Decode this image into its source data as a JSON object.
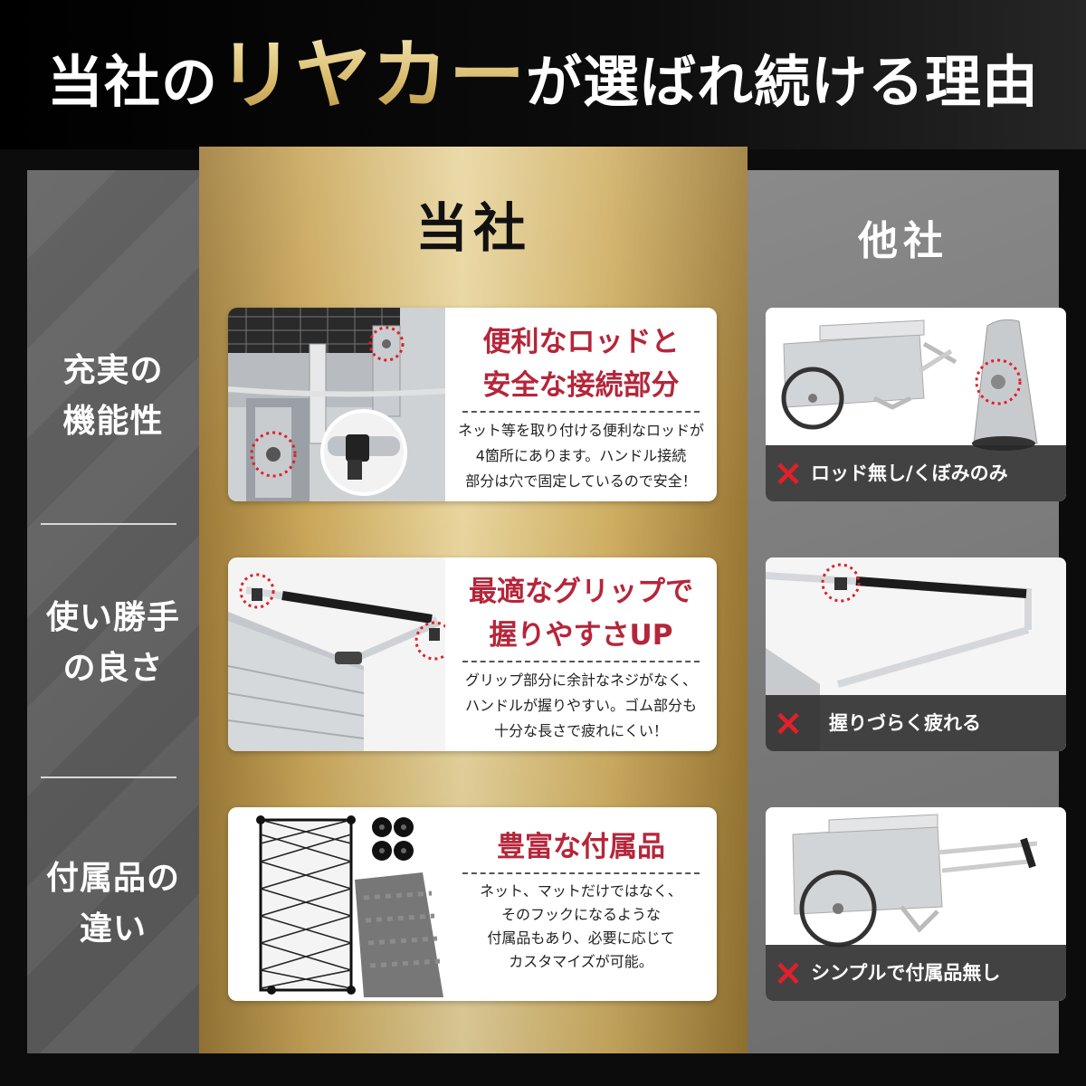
{
  "title": {
    "prefix": "当社の",
    "highlight": "リヤカー",
    "suffix": "が選ばれ続ける理由"
  },
  "columns": {
    "ours": "当社",
    "other": "他社"
  },
  "rows": [
    {
      "label_line1": "充実の",
      "label_line2": "機能性",
      "feature_line1": "便利なロッドと",
      "feature_line2": "安全な接続部分",
      "desc_line1": "ネット等を取り付ける便利なロッドが",
      "desc_line2": "4箇所にあります。ハンドル接続",
      "desc_line3": "部分は穴で固定しているので安全！",
      "other_note": "ロッド無し/くぼみのみ"
    },
    {
      "label_line1": "使い勝手",
      "label_line2": "の良さ",
      "feature_line1": "最適なグリップで",
      "feature_line2": "握りやすさUP",
      "desc_line1": "グリップ部分に余計なネジがなく、",
      "desc_line2": "ハンドルが握りやすい。ゴム部分も",
      "desc_line3": "十分な長さで疲れにくい！",
      "other_note": "握りづらく疲れる"
    },
    {
      "label_line1": "付属品の",
      "label_line2": "違い",
      "feature_line1": "豊富な付属品",
      "feature_line2": "",
      "desc_line1": "ネット、マットだけではなく、",
      "desc_line2": "そのフックになるような",
      "desc_line3": "付属品もあり、必要に応じて",
      "desc_line4": "カスタマイズが可能。",
      "other_note": "シンプルで付属品無し"
    }
  ],
  "colors": {
    "accent_red": "#b5263a",
    "gold": "#d8b868",
    "cross_red": "#e0202a"
  },
  "icons": {
    "cross": "×"
  }
}
